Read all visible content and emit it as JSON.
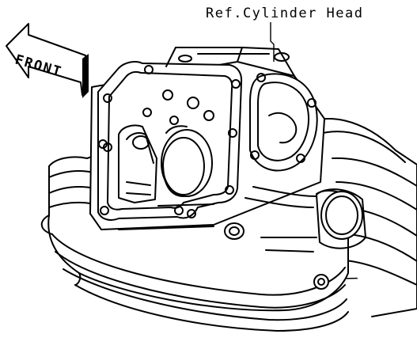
{
  "diagram": {
    "callout_label": "Ref.Cylinder Head",
    "arrow_label": "FRONT",
    "part_name_icon": "cylinder-head-drawing"
  }
}
